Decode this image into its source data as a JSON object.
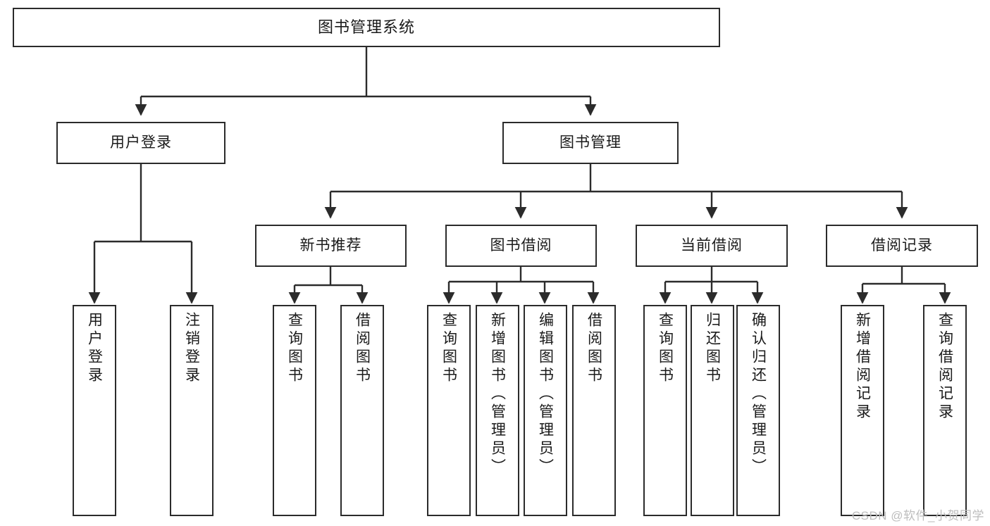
{
  "diagram": {
    "title": "图书管理系统",
    "type": "tree",
    "stroke_color": "#2b2b2b",
    "fill_color": "#ffffff",
    "text_color": "#1a1a1a",
    "nodes": {
      "root": {
        "label": "图书管理系统"
      },
      "level2": [
        {
          "id": "user-login",
          "label": "用户登录"
        },
        {
          "id": "book-manage",
          "label": "图书管理"
        }
      ],
      "level3": [
        {
          "id": "new-book-recommend",
          "label": "新书推荐"
        },
        {
          "id": "book-borrow",
          "label": "图书借阅"
        },
        {
          "id": "current-borrow",
          "label": "当前借阅"
        },
        {
          "id": "borrow-record",
          "label": "借阅记录"
        }
      ],
      "leaves": [
        {
          "id": "leaf-user-login",
          "label": "用户登录",
          "parent": "user-login"
        },
        {
          "id": "leaf-logout",
          "label": "注销登录",
          "parent": "user-login"
        },
        {
          "id": "leaf-query-book-1",
          "label": "查询图书",
          "parent": "new-book-recommend"
        },
        {
          "id": "leaf-borrow-book-1",
          "label": "借阅图书",
          "parent": "new-book-recommend"
        },
        {
          "id": "leaf-query-book-2",
          "label": "查询图书",
          "parent": "book-borrow"
        },
        {
          "id": "leaf-add-book",
          "label": "新增图书（管理员）",
          "parent": "book-borrow"
        },
        {
          "id": "leaf-edit-book",
          "label": "编辑图书（管理员）",
          "parent": "book-borrow"
        },
        {
          "id": "leaf-borrow-book-2",
          "label": "借阅图书",
          "parent": "book-borrow"
        },
        {
          "id": "leaf-query-book-3",
          "label": "查询图书",
          "parent": "current-borrow"
        },
        {
          "id": "leaf-return-book",
          "label": "归还图书",
          "parent": "current-borrow"
        },
        {
          "id": "leaf-confirm-return",
          "label": "确认归还（管理员）",
          "parent": "current-borrow"
        },
        {
          "id": "leaf-add-record",
          "label": "新增借阅记录",
          "parent": "borrow-record"
        },
        {
          "id": "leaf-query-record",
          "label": "查询借阅记录",
          "parent": "borrow-record"
        }
      ]
    }
  },
  "watermark": {
    "text": "CSDN @软件_小贺同学",
    "color": "#bdbdbd"
  }
}
